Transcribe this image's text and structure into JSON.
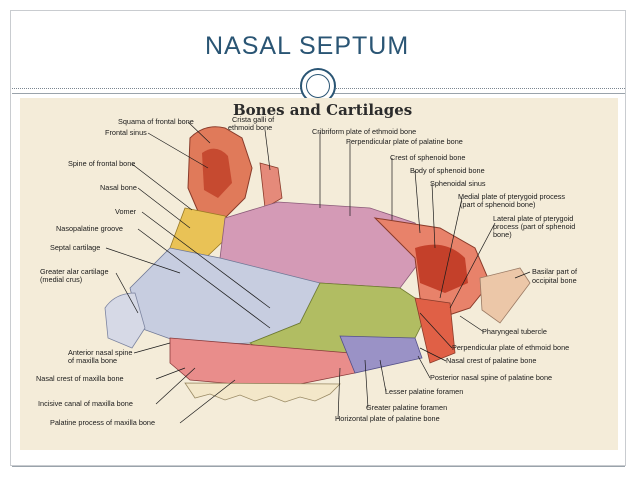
{
  "slide": {
    "title": "NASAL  SEPTUM"
  },
  "figure": {
    "title": "Bones and Cartilages",
    "labels": {
      "squama_frontal": "Squama of frontal bone",
      "frontal_sinus": "Frontal sinus",
      "crista_galli_1": "Crista galli of",
      "crista_galli_2": "ethmoid bone",
      "cribriform": "Cribriform plate of ethmoid bone",
      "perp_palatine": "Perpendicular plate of palatine bone",
      "crest_sphenoid": "Crest of sphenoid bone",
      "body_sphenoid": "Body of sphenoid bone",
      "sphenoidal_sinus": "Sphenoidal sinus",
      "medial_plate_1": "Medial plate of pterygoid process",
      "medial_plate_2": "(part of sphenoid bone)",
      "lateral_plate_1": "Lateral plate of pterygoid",
      "lateral_plate_2": "process (part of sphenoid",
      "lateral_plate_3": "bone)",
      "spine_frontal": "Spine of frontal bone",
      "nasal_bone": "Nasal bone",
      "vomer": "Vomer",
      "nasopalatine": "Nasopalatine groove",
      "septal_cartilage": "Septal cartilage",
      "alar_1": "Greater alar cartilage",
      "alar_2": "(medial crus)",
      "basilar_1": "Basilar part of",
      "basilar_2": "occipital bone",
      "pharyngeal": "Pharyngeal tubercle",
      "perp_ethmoid": "Perpendicular plate of ethmoid bone",
      "ant_spine_1": "Anterior nasal spine",
      "ant_spine_2": "of maxilla bone",
      "nasal_crest_palatine": "Nasal crest of palatine bone",
      "nasal_crest_maxilla": "Nasal crest of maxilla bone",
      "post_spine": "Posterior nasal spine of palatine bone",
      "lesser_foramen": "Lesser palatine foramen",
      "incisive": "Incisive canal of maxilla bone",
      "greater_foramen": "Greater palatine foramen",
      "palatine_process": "Palatine process of maxilla bone",
      "horizontal_plate": "Horizontal plate of palatine bone"
    }
  }
}
